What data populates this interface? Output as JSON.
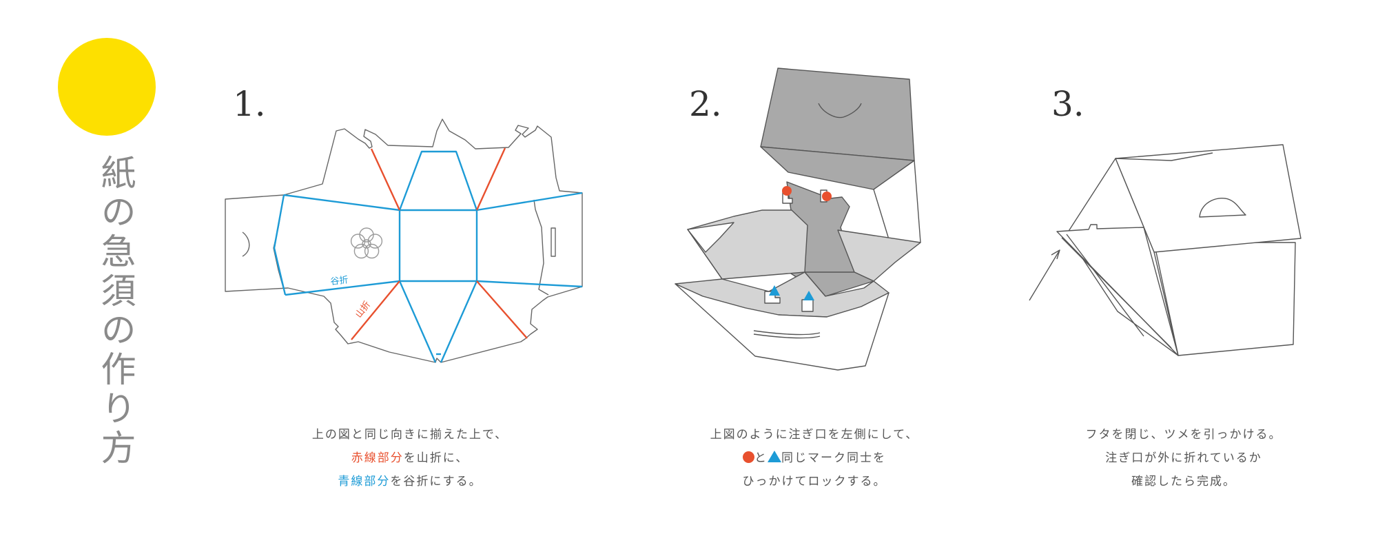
{
  "title": "紙の急須の作り方",
  "colors": {
    "accent_yellow": "#FDE000",
    "mountain_fold": "#E8502E",
    "valley_fold": "#1D9BD6",
    "gray_dark": "#A9A9A9",
    "gray_light": "#D4D4D4"
  },
  "steps": [
    {
      "number": "1.",
      "labels": {
        "valley": "谷折",
        "mountain": "山折"
      },
      "caption": {
        "line1": "上の図と同じ向きに揃えた上で、",
        "line2_red": "赤線部分",
        "line2_rest": "を山折に、",
        "line3_blue": "青線部分",
        "line3_rest": "を谷折にする。"
      }
    },
    {
      "number": "2.",
      "caption": {
        "line1": "上図のように注ぎ口を左側にして、",
        "line2_and": "と",
        "line2_rest": "同じマーク同士を",
        "line3": "ひっかけてロックする。"
      }
    },
    {
      "number": "3.",
      "caption": {
        "line1": "フタを閉じ、ツメを引っかける。",
        "line2": "注ぎ口が外に折れているか",
        "line3": "確認したら完成。"
      }
    }
  ]
}
